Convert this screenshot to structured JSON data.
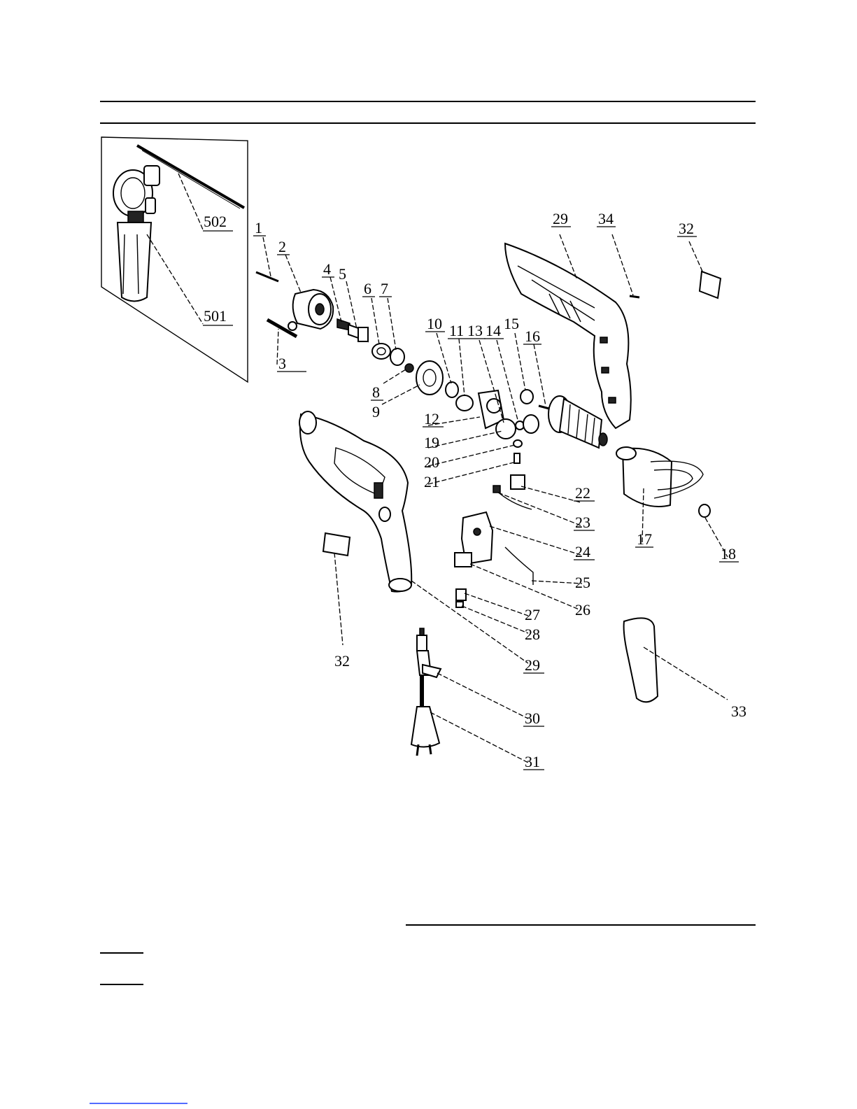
{
  "parts": {
    "p1": "1",
    "p2": "2",
    "p3": "3",
    "p4": "4",
    "p5": "5",
    "p6": "6",
    "p7": "7",
    "p8": "8",
    "p9": "9",
    "p10": "10",
    "p11": "11",
    "p12": "12",
    "p13": "13",
    "p14": "14",
    "p15": "15",
    "p16": "16",
    "p17": "17",
    "p18": "18",
    "p19": "19",
    "p20": "20",
    "p21": "21",
    "p22": "22",
    "p23": "23",
    "p24": "24",
    "p25": "25",
    "p26": "26",
    "p27": "27",
    "p28": "28",
    "p29_top": "29",
    "p29_bottom": "29",
    "p30": "30",
    "p31": "31",
    "p32_right": "32",
    "p32_left": "32",
    "p33": "33",
    "p34": "34",
    "p501": "501",
    "p502": "502"
  }
}
